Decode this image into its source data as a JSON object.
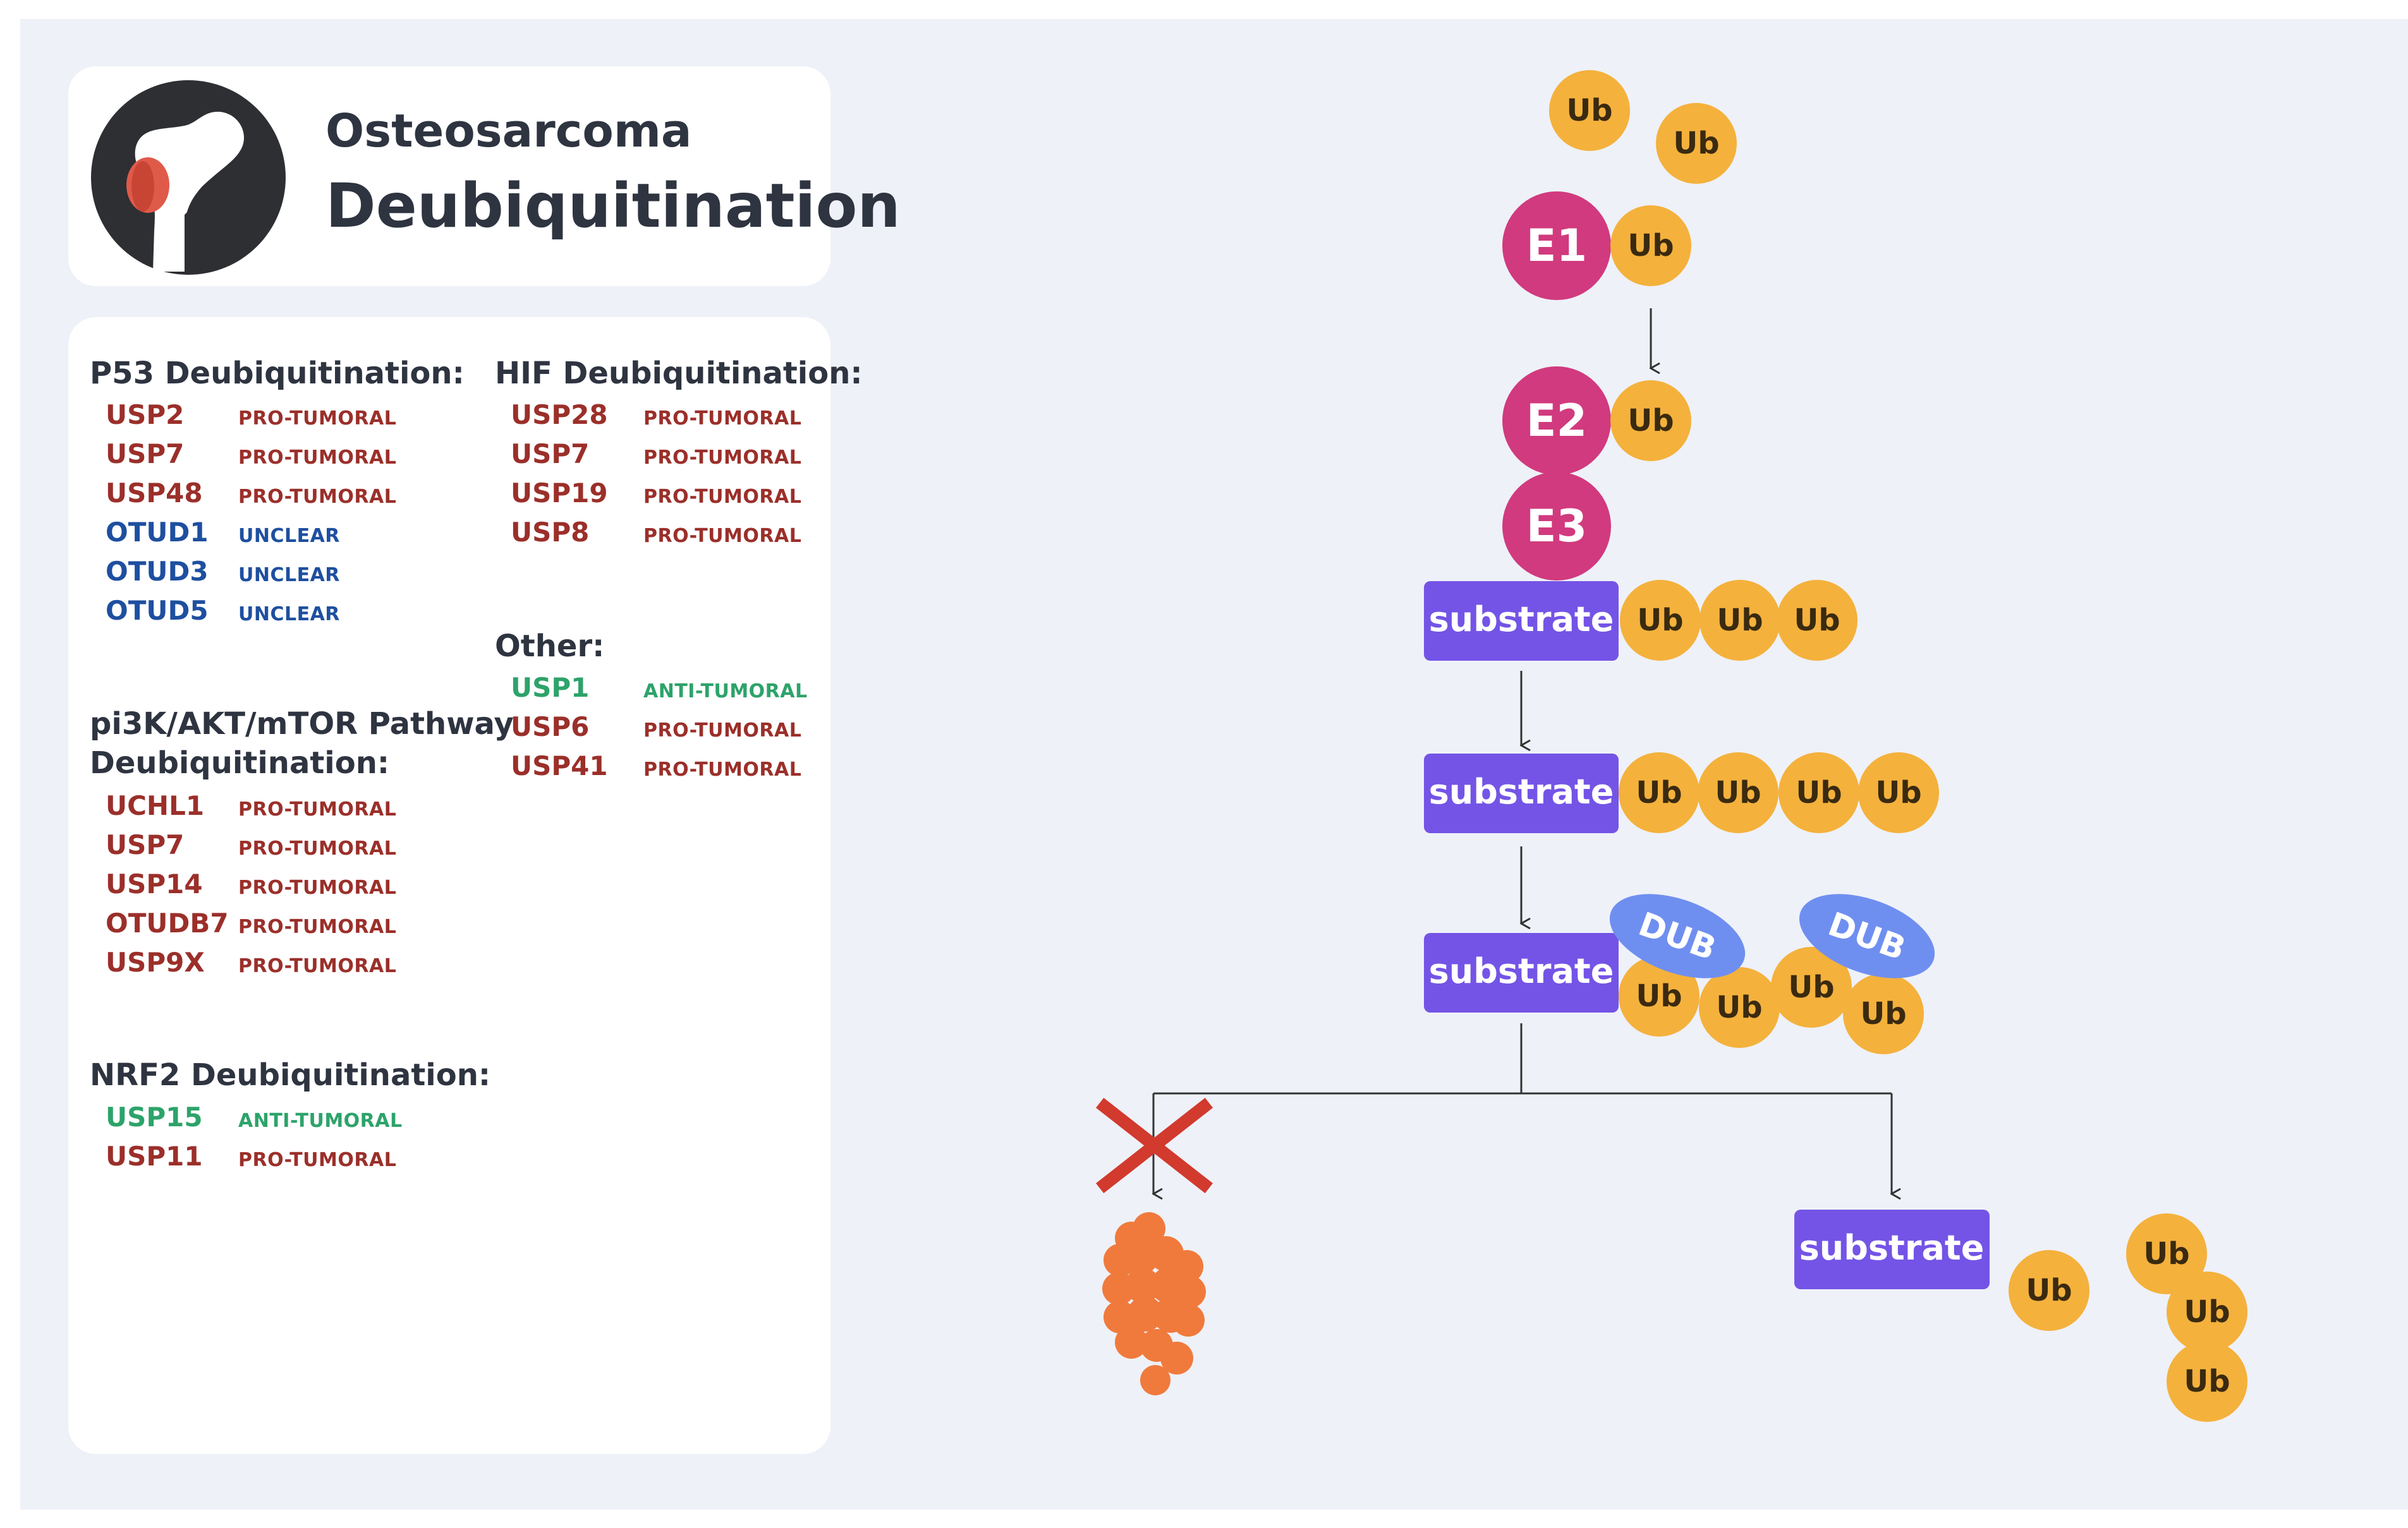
{
  "header": {
    "title_line1": "Osteosarcoma",
    "title_line2": "Deubiquitination"
  },
  "sections": {
    "p53": {
      "title": "P53 Deubiquitination:",
      "items": [
        {
          "gene": "USP2",
          "effect": "PRO-TUMORAL",
          "kind": "pro"
        },
        {
          "gene": "USP7",
          "effect": "PRO-TUMORAL",
          "kind": "pro"
        },
        {
          "gene": "USP48",
          "effect": "PRO-TUMORAL",
          "kind": "pro"
        },
        {
          "gene": "OTUD1",
          "effect": "UNCLEAR",
          "kind": "unclear"
        },
        {
          "gene": "OTUD3",
          "effect": "UNCLEAR",
          "kind": "unclear"
        },
        {
          "gene": "OTUD5",
          "effect": "UNCLEAR",
          "kind": "unclear"
        }
      ]
    },
    "pi3k": {
      "title_line1": "pi3K/AKT/mTOR Pathway",
      "title_line2": "Deubiquitination:",
      "items": [
        {
          "gene": "UCHL1",
          "effect": "PRO-TUMORAL",
          "kind": "pro"
        },
        {
          "gene": "USP7",
          "effect": "PRO-TUMORAL",
          "kind": "pro"
        },
        {
          "gene": "USP14",
          "effect": "PRO-TUMORAL",
          "kind": "pro"
        },
        {
          "gene": "OTUDB7",
          "effect": "PRO-TUMORAL",
          "kind": "pro"
        },
        {
          "gene": "USP9X",
          "effect": "PRO-TUMORAL",
          "kind": "pro"
        }
      ]
    },
    "nrf2": {
      "title": "NRF2 Deubiquitination:",
      "items": [
        {
          "gene": "USP15",
          "effect": "ANTI-TUMORAL",
          "kind": "anti"
        },
        {
          "gene": "USP11",
          "effect": "PRO-TUMORAL",
          "kind": "pro"
        }
      ]
    },
    "hif": {
      "title": "HIF Deubiquitination:",
      "items": [
        {
          "gene": "USP28",
          "effect": "PRO-TUMORAL",
          "kind": "pro"
        },
        {
          "gene": "USP7",
          "effect": "PRO-TUMORAL",
          "kind": "pro"
        },
        {
          "gene": "USP19",
          "effect": "PRO-TUMORAL",
          "kind": "pro"
        },
        {
          "gene": "USP8",
          "effect": "PRO-TUMORAL",
          "kind": "pro"
        }
      ]
    },
    "other": {
      "title": "Other:",
      "items": [
        {
          "gene": "USP1",
          "effect": "ANTI-TUMORAL",
          "kind": "anti"
        },
        {
          "gene": "USP6",
          "effect": "PRO-TUMORAL",
          "kind": "pro"
        },
        {
          "gene": "USP41",
          "effect": "PRO-TUMORAL",
          "kind": "pro"
        }
      ]
    }
  },
  "diagram": {
    "ub": "Ub",
    "e1": "E1",
    "e2": "E2",
    "e3": "E3",
    "substrate": "substrate",
    "dub": "DUB"
  },
  "colors": {
    "pro": "#9b2f2a",
    "unclear": "#1e4fa0",
    "anti": "#2da36a",
    "ub": "#f4b13c",
    "enzyme": "#d13a7e",
    "substrate": "#7454e6",
    "dub": "#6f8ff0",
    "proteasome": "#f07a3c",
    "cross": "#d23a2e",
    "tumor": "#e05a4a",
    "bone_bg": "#2d2f33"
  },
  "icons": [
    "bone-tumor-icon",
    "blocked-cross-icon",
    "degraded-protein-icon"
  ]
}
